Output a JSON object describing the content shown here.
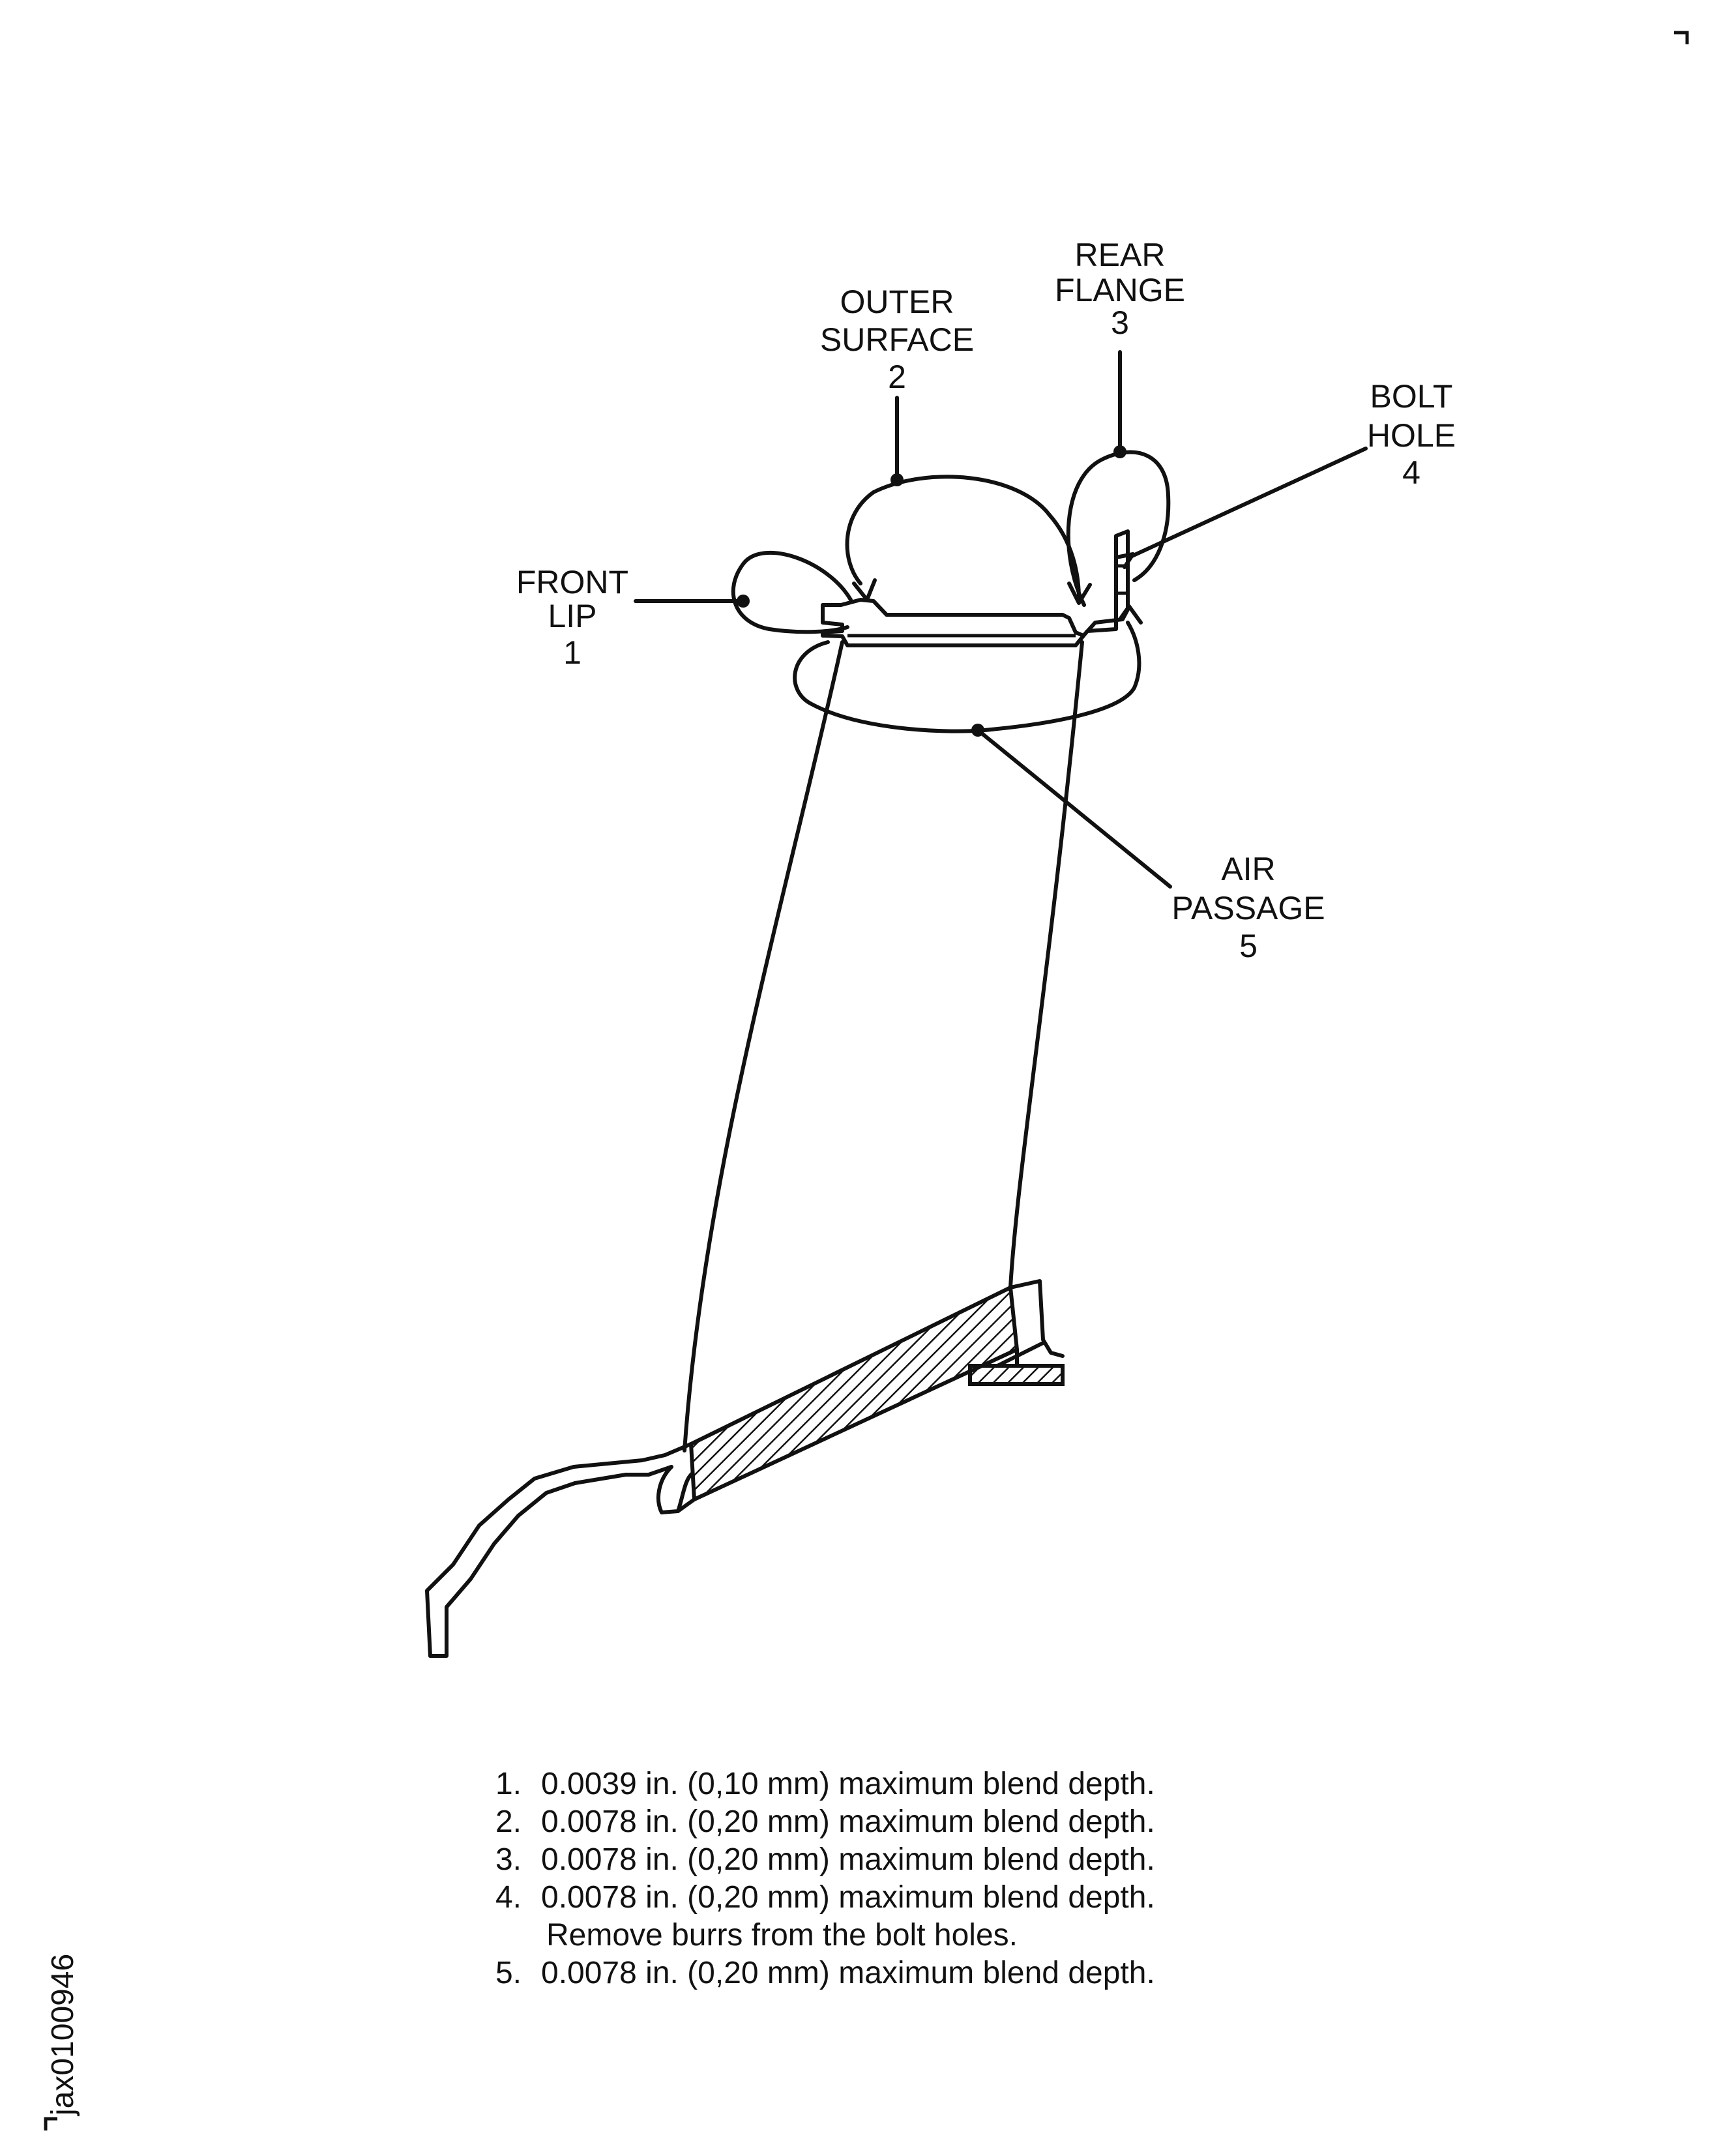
{
  "callouts": [
    {
      "lines": [
        "FRONT",
        "LIP",
        "1"
      ]
    },
    {
      "lines": [
        "OUTER",
        "SURFACE",
        "2"
      ]
    },
    {
      "lines": [
        "REAR",
        "FLANGE",
        "3"
      ]
    },
    {
      "lines": [
        "BOLT",
        "HOLE",
        "4"
      ]
    },
    {
      "lines": [
        "AIR",
        "PASSAGE",
        "5"
      ]
    }
  ],
  "notes": [
    {
      "num": "1.",
      "text": "0.0039 in. (0,10 mm) maximum blend depth."
    },
    {
      "num": "2.",
      "text": "0.0078 in. (0,20 mm) maximum blend depth."
    },
    {
      "num": "3.",
      "text": "0.0078 in. (0,20 mm) maximum blend depth."
    },
    {
      "num": "4.",
      "text": "0.0078 in. (0,20 mm) maximum blend depth."
    },
    {
      "num": "",
      "text": "Remove burrs from the bolt holes."
    },
    {
      "num": "5.",
      "text": "0.0078 in. (0,20 mm) maximum blend depth."
    }
  ],
  "figure_id": "jax0100946"
}
